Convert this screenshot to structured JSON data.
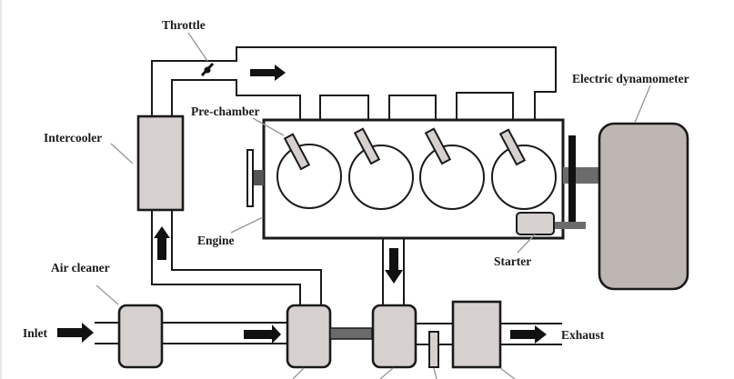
{
  "diagram": {
    "title": "Engine test bench schematic",
    "labels": {
      "throttle": "Throttle",
      "electric_dynamometer": "Electric dynamometer",
      "pre_chamber": "Pre-chamber",
      "intercooler": "Intercooler",
      "engine": "Engine",
      "starter": "Starter",
      "air_cleaner": "Air cleaner",
      "inlet": "Inlet",
      "exhaust": "Exhaust"
    },
    "cylinders": 4,
    "colors": {
      "component_fill": "#d6d0ce",
      "dynamometer_fill": "#beb6b3",
      "shaft": "#6b6b6b",
      "stroke": "#1a1a1a",
      "leader": "#999999"
    }
  }
}
